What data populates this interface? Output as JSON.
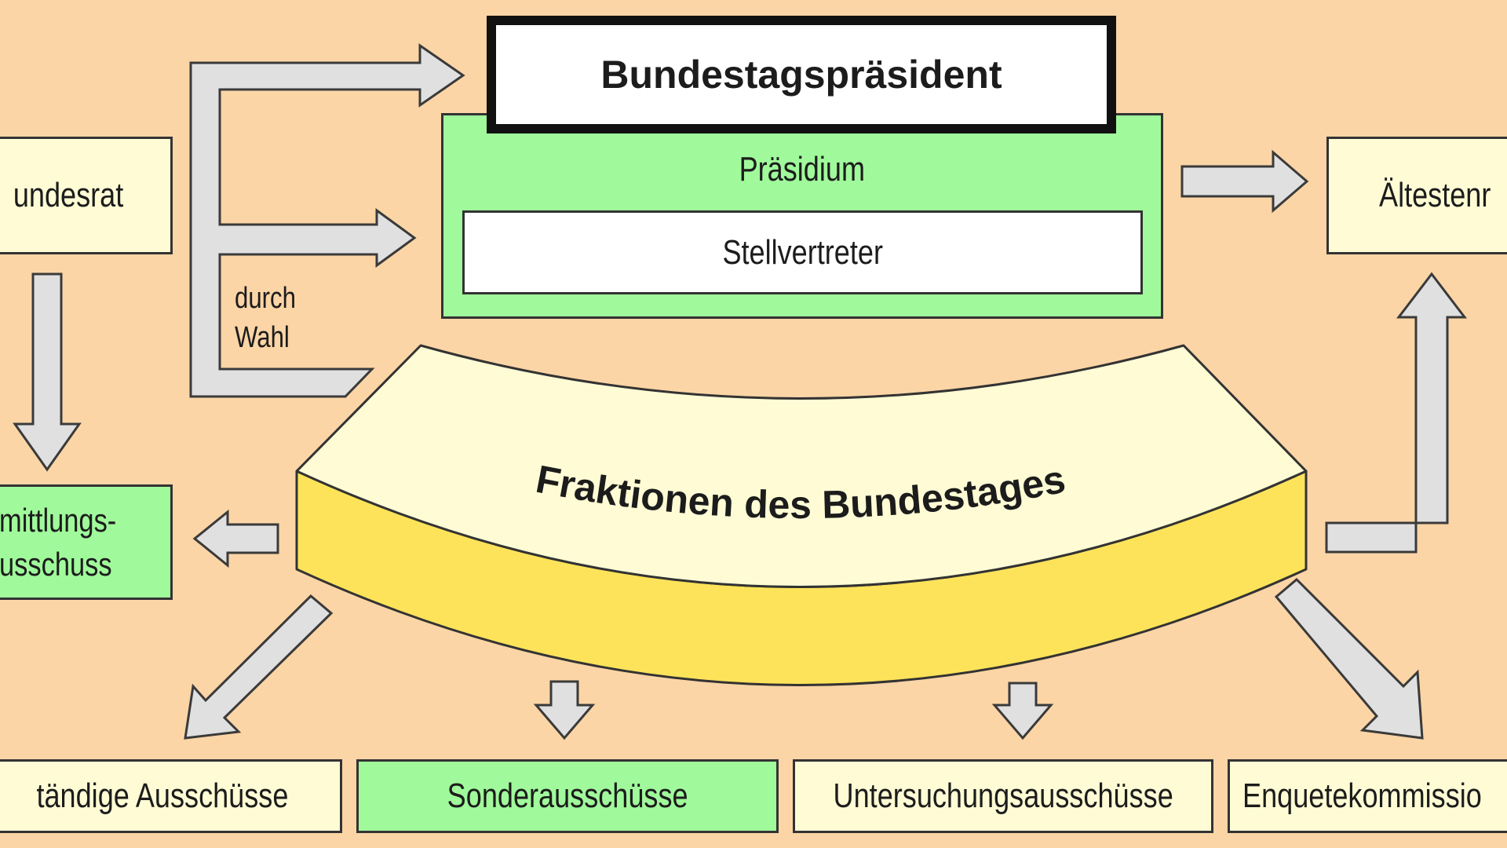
{
  "diagram": {
    "president": "Bundestagspräsident",
    "praesidium": "Präsidium",
    "stellvertreter": "Stellvertreter",
    "wahl_label_line1": "durch",
    "wahl_label_line2": "Wahl",
    "bundesrat": "undesrat",
    "vermittlung_line1": "mittlungs-",
    "vermittlung_line2": "usschuss",
    "aeltestenrat": "Ältestenr",
    "fraktionen": "Fraktionen des Bundestages",
    "committees": [
      "tändige Ausschüsse",
      "Sonderausschüsse",
      "Untersuchungsausschüsse",
      "Enquetekommissio"
    ]
  },
  "colors": {
    "background": "#fcd5a6",
    "pale_box": "#fffcd5",
    "green_box": "#a0fa9b",
    "arrow_fill": "#e0e0e0",
    "disk_top": "#fffcd5",
    "disk_side": "#fde35a"
  }
}
